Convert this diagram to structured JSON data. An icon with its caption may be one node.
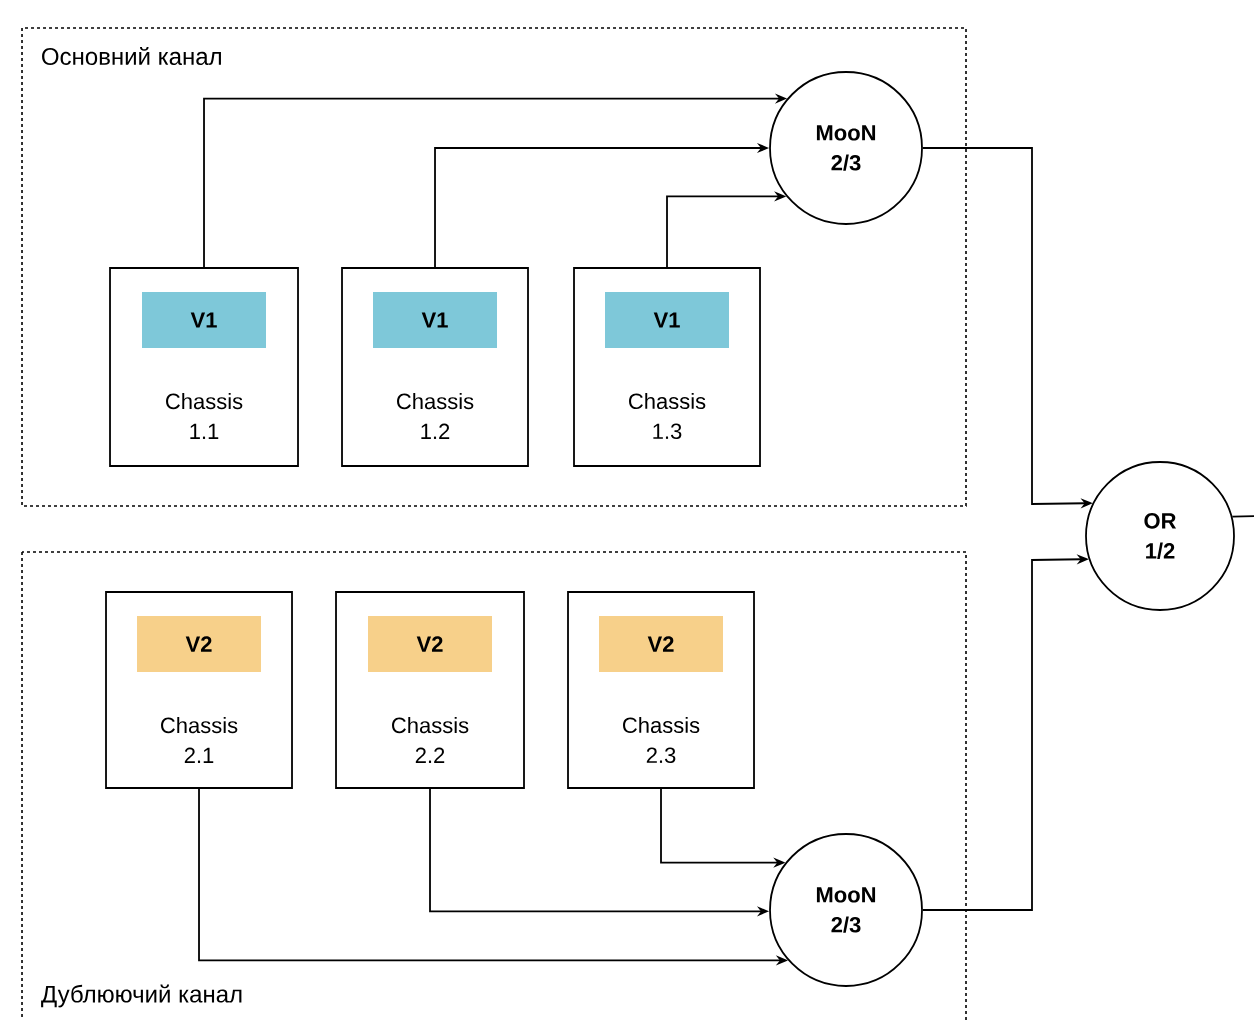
{
  "diagram": {
    "nodes": [
      {
        "text": [
          "Основний канал"
        ]
      },
      {
        "text": [
          "Chassis 1.1"
        ],
        "in": 0
      },
      {
        "text": [
          "V1"
        ],
        "in": 1
      },
      {
        "text": [
          "Chassis 1.2"
        ],
        "in": 0
      },
      {
        "text": [
          "V1"
        ],
        "in": 3
      },
      {
        "text": [
          "Chassis 1.3"
        ],
        "in": 0
      },
      {
        "text": [
          "V1"
        ],
        "in": 5
      },
      {
        "text": [
          "MooN 2/3"
        ],
        "in": 0
      },
      {
        "text": [
          "Дублюючий канал"
        ]
      },
      {
        "text": [
          "Chassis 2.1"
        ],
        "in": 8
      },
      {
        "text": [
          "V2"
        ],
        "in": 9
      },
      {
        "text": [
          "Chassis 2.2"
        ],
        "in": 8
      },
      {
        "text": [
          "V2"
        ],
        "in": 11
      },
      {
        "text": [
          "Chassis 2.3"
        ],
        "in": 8
      },
      {
        "text": [
          "V2"
        ],
        "in": 13
      },
      {
        "text": [
          "MooN 2/3"
        ],
        "in": 8
      },
      {
        "text": [
          "OR 1/2"
        ]
      }
    ],
    "edges": [
      {
        "from": 1,
        "to": 7,
        "arrow": "to"
      },
      {
        "from": 3,
        "to": 7,
        "arrow": "to"
      },
      {
        "from": 5,
        "to": 7,
        "arrow": "to"
      },
      {
        "from": 13,
        "to": 15,
        "arrow": "to"
      },
      {
        "from": 11,
        "to": 15,
        "arrow": "to"
      },
      {
        "from": 9,
        "to": 15,
        "arrow": "to"
      },
      {
        "from": 7,
        "to": 16,
        "arrow": "to"
      },
      {
        "from": 15,
        "to": 16,
        "arrow": "to"
      },
      {
        "from": 16,
        "to": null,
        "arrow": "none"
      }
    ]
  }
}
